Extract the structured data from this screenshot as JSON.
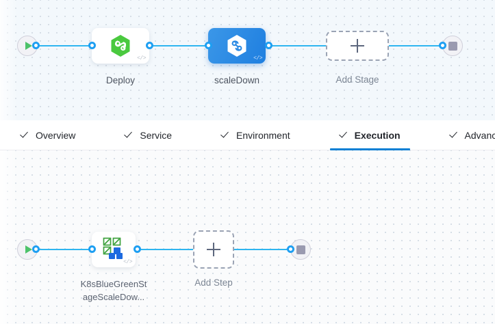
{
  "stage_canvas": {
    "name": "pipeline-stage-canvas",
    "background_color": "#f3f8fc",
    "start_node": {
      "icon": "play-icon",
      "label": ""
    },
    "end_node": {
      "icon": "stop-icon",
      "label": ""
    },
    "nodes": [
      {
        "id": "deploy",
        "label": "Deploy",
        "icon": "harness-hexagon-icon",
        "icon_color": "#4ac93f",
        "selected": false,
        "code_badge": "</>"
      },
      {
        "id": "scaleDown",
        "label": "scaleDown",
        "icon": "harness-hexagon-icon",
        "icon_color": "#ffffff",
        "selected": true,
        "accent_color": "#2b8ae4",
        "code_badge": "</>"
      }
    ],
    "add_stage": {
      "label": "Add Stage",
      "icon": "plus-icon"
    }
  },
  "tabs": {
    "name": "stage-config-tabs",
    "active": "Execution",
    "items": [
      {
        "label": "Overview",
        "icon": "check-icon",
        "active": false
      },
      {
        "label": "Service",
        "icon": "check-icon",
        "active": false
      },
      {
        "label": "Environment",
        "icon": "check-icon",
        "active": false
      },
      {
        "label": "Execution",
        "icon": "check-icon",
        "active": true
      },
      {
        "label": "Advanced",
        "icon": "check-icon",
        "active": false
      }
    ],
    "indicator_color": "#0b7fd4"
  },
  "step_canvas": {
    "name": "execution-step-canvas",
    "background_color": "#fafbfc",
    "start_node": {
      "icon": "play-icon"
    },
    "end_node": {
      "icon": "stop-icon"
    },
    "nodes": [
      {
        "id": "k8sBlueGreenStageScaleDown",
        "label": "K8sBlueGreenStageScaleDow...",
        "label_line1": "K8sBlueGreenSt",
        "label_line2": "ageScaleDow...",
        "icon": "kubernetes-bluegreen-icon",
        "icon_colors": [
          "#3ba03b",
          "#1d6ae0"
        ],
        "code_badge": "</>"
      }
    ],
    "add_step": {
      "label": "Add Step",
      "icon": "plus-icon"
    }
  },
  "theme": {
    "connector_color": "#2eb5f0",
    "connector_dot_color": "#1e9ff2",
    "dashed_border_color": "#9aa3b4",
    "text_color": "#4f5662"
  }
}
